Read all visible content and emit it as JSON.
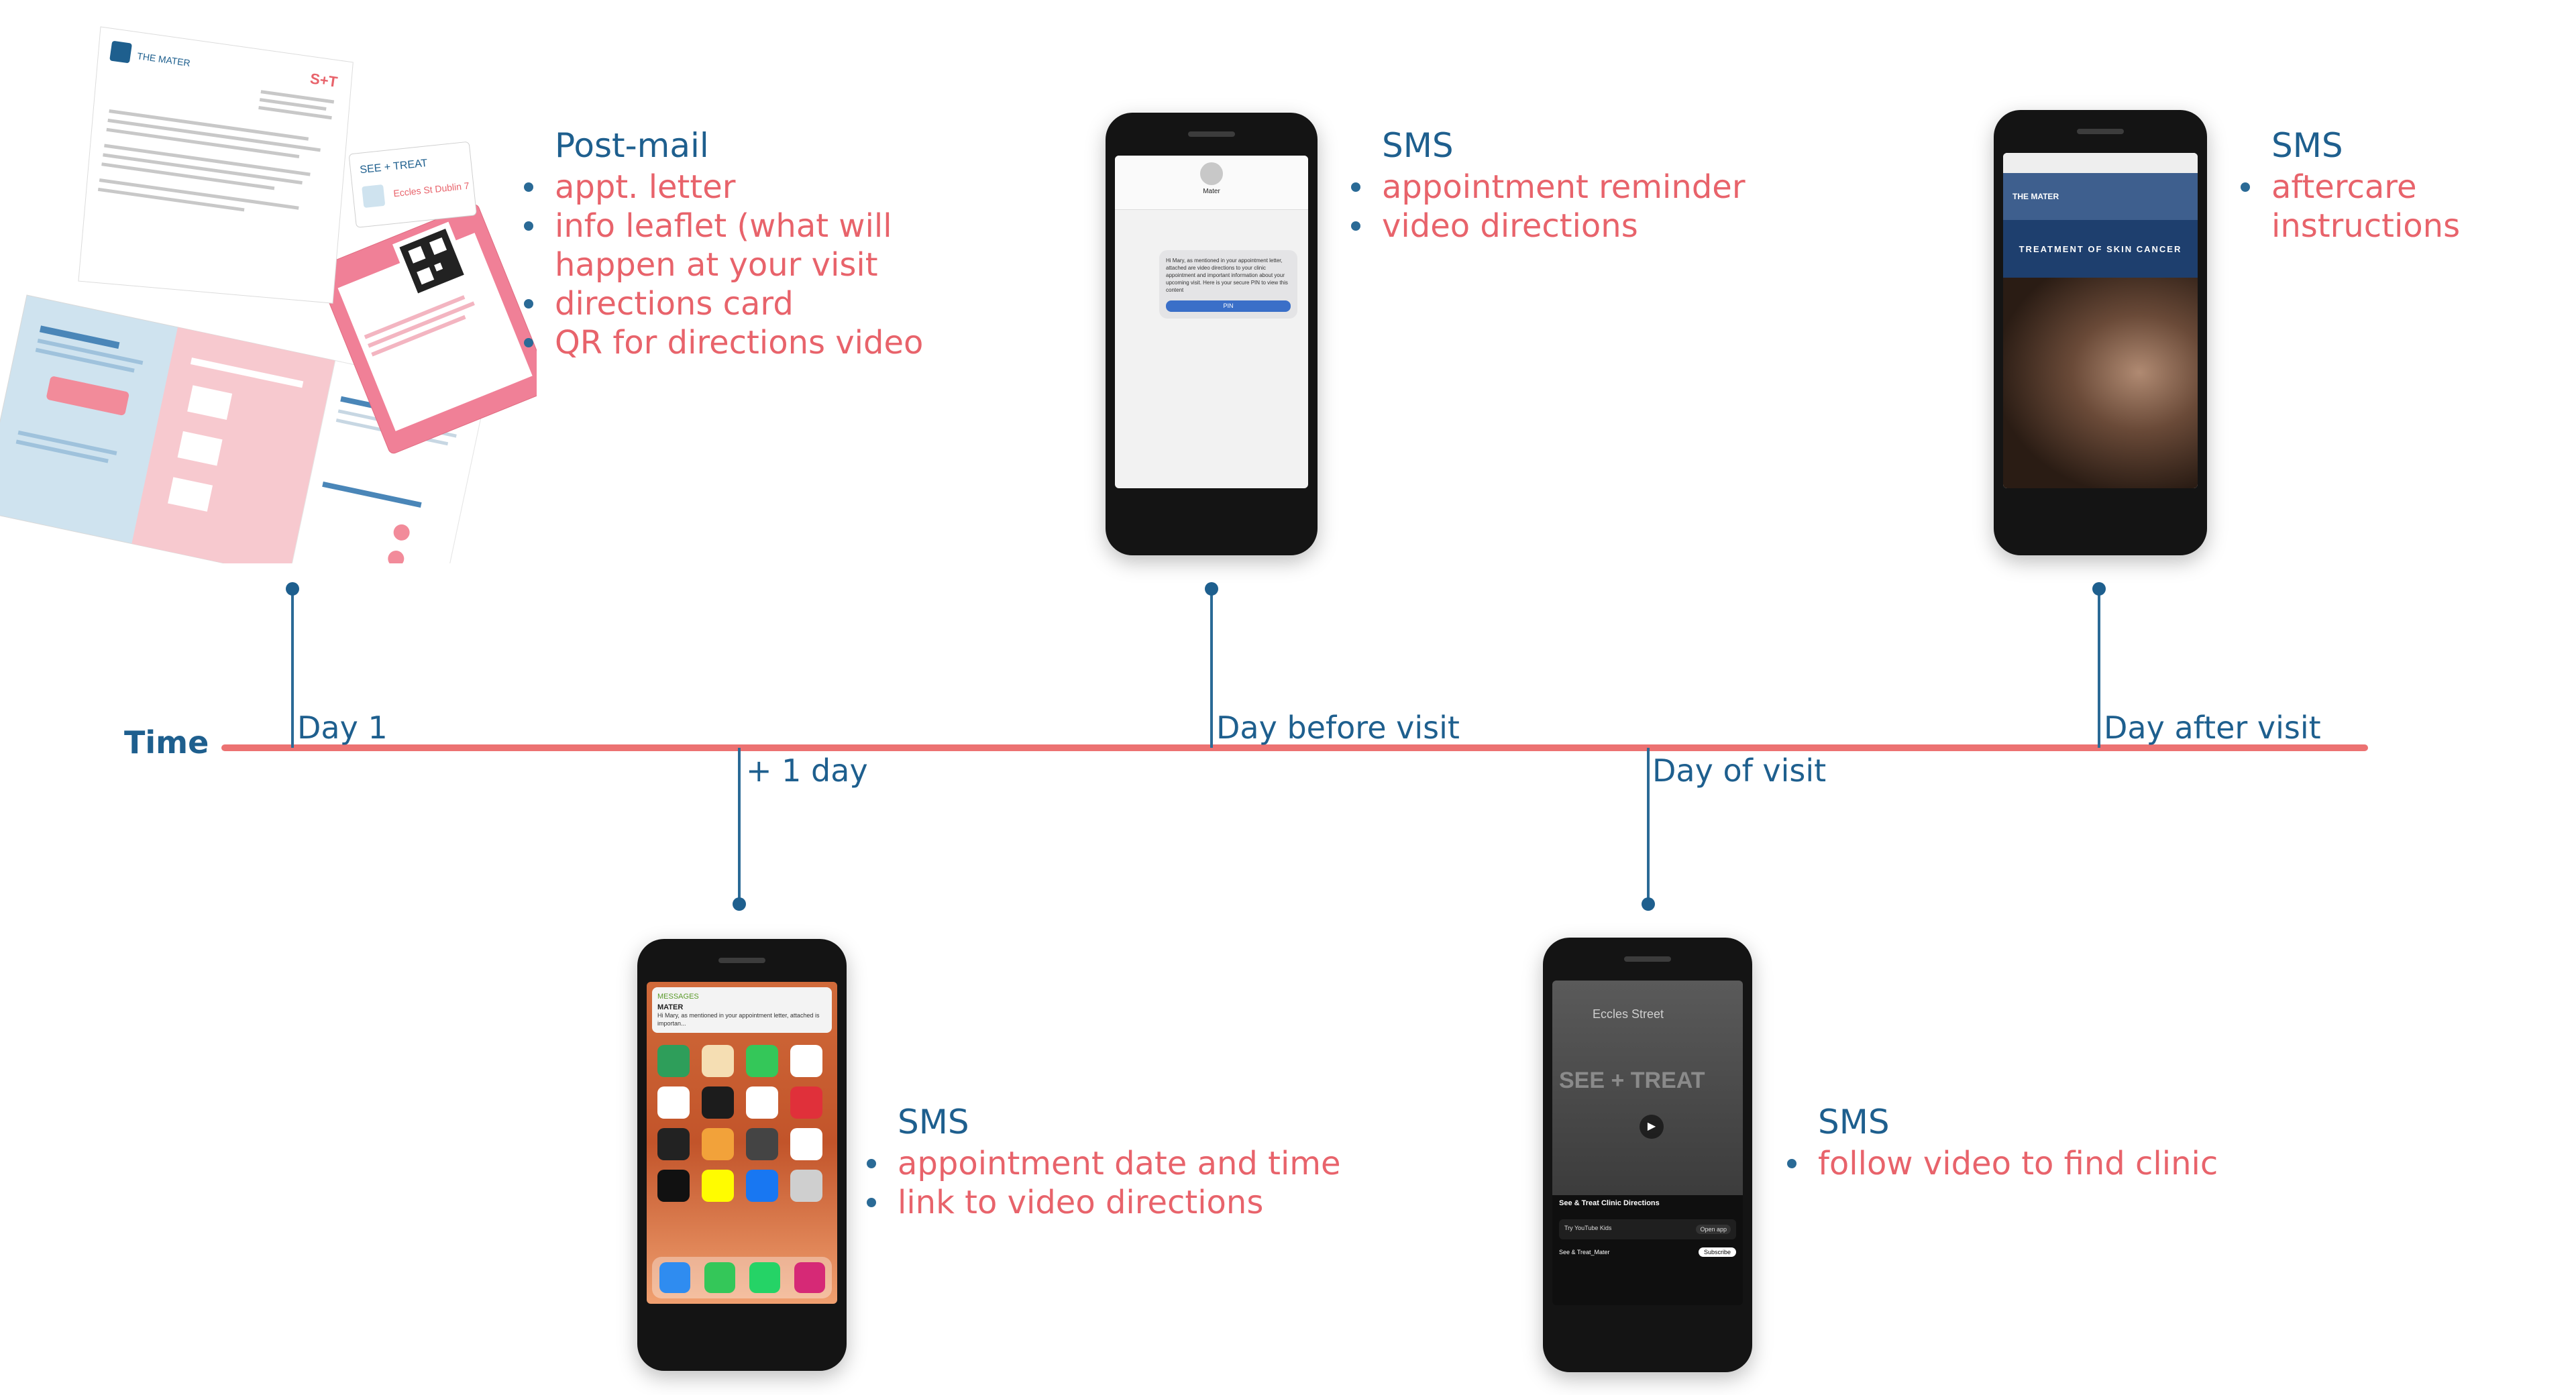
{
  "axis_label": "Time",
  "ticks": {
    "day1": "Day 1",
    "plus1": "+ 1 day",
    "day_before": "Day before visit",
    "day_of": "Day of visit",
    "day_after": "Day after visit"
  },
  "stages": {
    "postmail": {
      "channel": "Post-mail",
      "items": [
        "appt. letter",
        "info leaflet (what will happen at your visit",
        "directions card",
        "QR for directions video"
      ]
    },
    "sms_plus1": {
      "channel": "SMS",
      "items": [
        "appointment date and time",
        "link to video directions"
      ]
    },
    "sms_day_before": {
      "channel": "SMS",
      "items": [
        "appointment reminder",
        "video directions"
      ]
    },
    "sms_day_of": {
      "channel": "SMS",
      "items": [
        "follow video to find clinic"
      ]
    },
    "sms_day_after": {
      "channel": "SMS",
      "items": [
        "aftercare instructions"
      ]
    }
  },
  "illustrations": {
    "letter_brand": "THE MATER",
    "card_brand": "SEE + TREAT",
    "card_address": "Eccles St Dublin 7",
    "reminder_sender": "Mater",
    "reminder_message": "Hi Mary, as mentioned in your appointment letter, attached are video directions to your clinic appointment and important information about your upcoming visit. Here is your secure PIN to view this content",
    "reminder_button": "PIN",
    "lock_app": "MESSAGES",
    "lock_sender": "MATER",
    "lock_message": "Hi Mary, as mentioned in your appointment letter, attached is importan...",
    "video_overlay": "Eccles Street",
    "video_brand": "SEE + TREAT",
    "video_title": "See & Treat Clinic Directions",
    "video_promo": "Try YouTube Kids",
    "video_open": "Open app",
    "video_channel": "See & Treat_Mater",
    "video_subscribe": "Subscribe",
    "after_brand": "THE MATER",
    "after_title": "TREATMENT OF SKIN CANCER"
  },
  "colors": {
    "axis": "#ec7272",
    "label_blue": "#1e5f8e",
    "bullet_red": "#e8636b"
  }
}
